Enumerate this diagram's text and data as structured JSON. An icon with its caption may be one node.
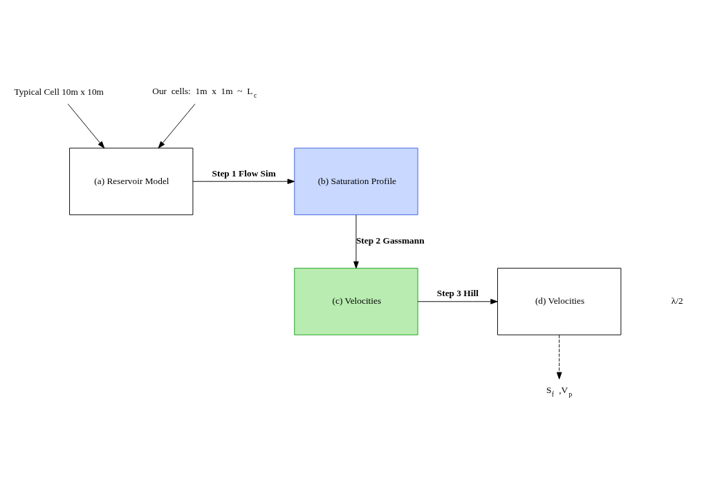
{
  "diagram": {
    "nodes": [
      {
        "text": [
          "(a) Reservoir Model"
        ]
      },
      {
        "text": [
          "Typical Cell 10m x 10m"
        ]
      },
      {
        "text": [
          "Our cells: 1m x 1m ~ L$_{c}$"
        ]
      },
      {
        "text": [
          "(b) Saturation Profile"
        ]
      },
      {
        "text": [
          "(c) Velocities"
        ]
      },
      {
        "text": [
          "(d) Velocities"
        ]
      },
      {
        "text": [
          "S$_{f}$ ,V$_{p}$"
        ]
      }
    ],
    "edges": [
      {
        "from": 1,
        "to": 0,
        "arrow": "to"
      },
      {
        "from": 2,
        "to": 0,
        "arrow": "to"
      },
      {
        "from": 0,
        "to": 3,
        "arrow": "to",
        "label": "Step 1 Flow Sim"
      },
      {
        "from": 3,
        "to": 4,
        "arrow": "to",
        "label": "Step 2 Gassmann"
      },
      {
        "from": 4,
        "to": 5,
        "arrow": "to",
        "label": "Step 3 Hill"
      },
      {
        "from": 5,
        "to": 6,
        "arrow": "to",
        "style": "dashed"
      }
    ],
    "labels": [
      "λ/2"
    ]
  }
}
